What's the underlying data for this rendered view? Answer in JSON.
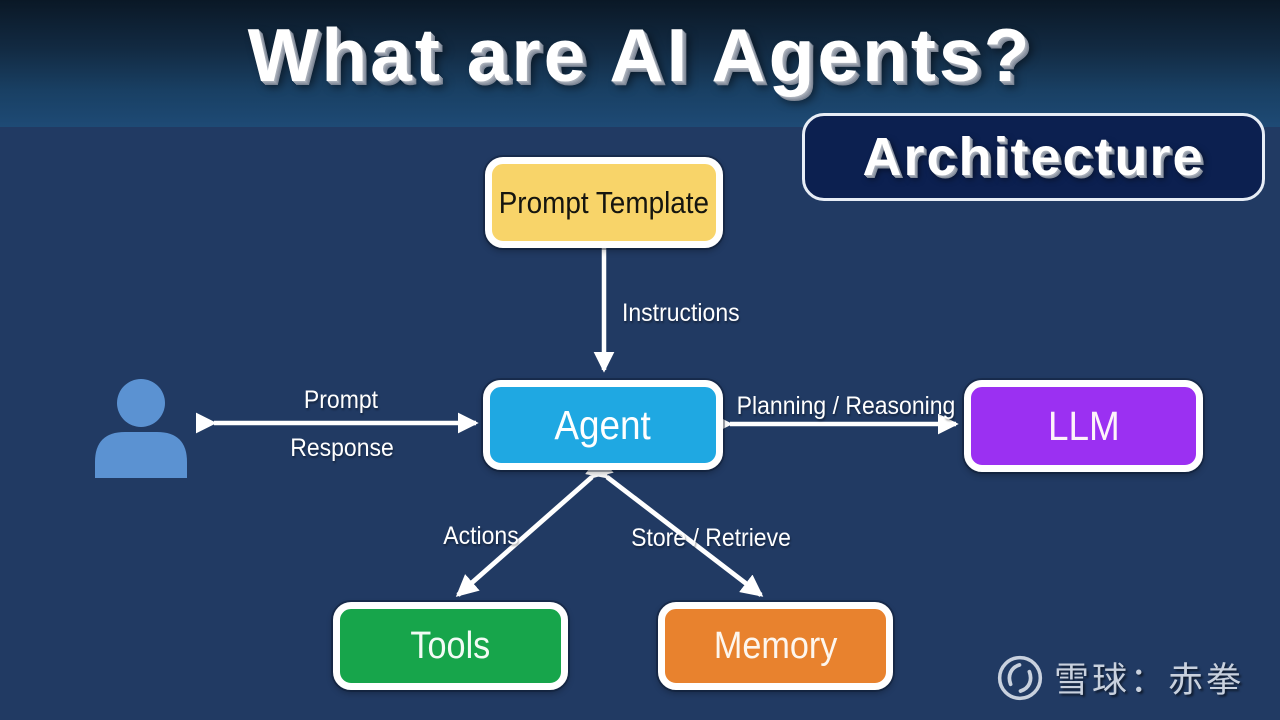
{
  "header": {
    "title": "What are AI Agents?",
    "badge": "Architecture"
  },
  "diagram": {
    "nodes": {
      "prompt_template": {
        "label": "Prompt Template",
        "color": "#f8d469",
        "text_color": "#15150f"
      },
      "agent": {
        "label": "Agent",
        "color": "#1fa8e2",
        "text_color": "#ffffff"
      },
      "llm": {
        "label": "LLM",
        "color": "#9b30f2",
        "text_color": "#ffffff"
      },
      "tools": {
        "label": "Tools",
        "color": "#17a54b",
        "text_color": "#ffffff"
      },
      "memory": {
        "label": "Memory",
        "color": "#e8822e",
        "text_color": "#ffffff"
      }
    },
    "edges": {
      "instructions": {
        "from": "prompt_template",
        "to": "agent",
        "label": "Instructions",
        "direction": "single"
      },
      "user_agent": {
        "from": "user",
        "to": "agent",
        "top_label": "Prompt",
        "bottom_label": "Response",
        "direction": "double"
      },
      "agent_llm": {
        "from": "agent",
        "to": "llm",
        "label": "Planning / Reasoning",
        "direction": "double"
      },
      "agent_tools": {
        "from": "agent",
        "to": "tools",
        "label": "Actions",
        "direction": "double"
      },
      "agent_memory": {
        "from": "agent",
        "to": "memory",
        "label": "Store / Retrieve",
        "direction": "double"
      }
    },
    "user": {
      "icon": "person-icon",
      "color": "#5b92d2"
    }
  },
  "watermark": {
    "icon": "xueqiu-logo",
    "text": "雪球：赤拳"
  },
  "colors": {
    "background": "#213a63",
    "header_gradient_top": "#0a1826",
    "header_gradient_bottom": "#1e4a75",
    "badge_background": "#0c2050",
    "connector": "#ffffff"
  }
}
